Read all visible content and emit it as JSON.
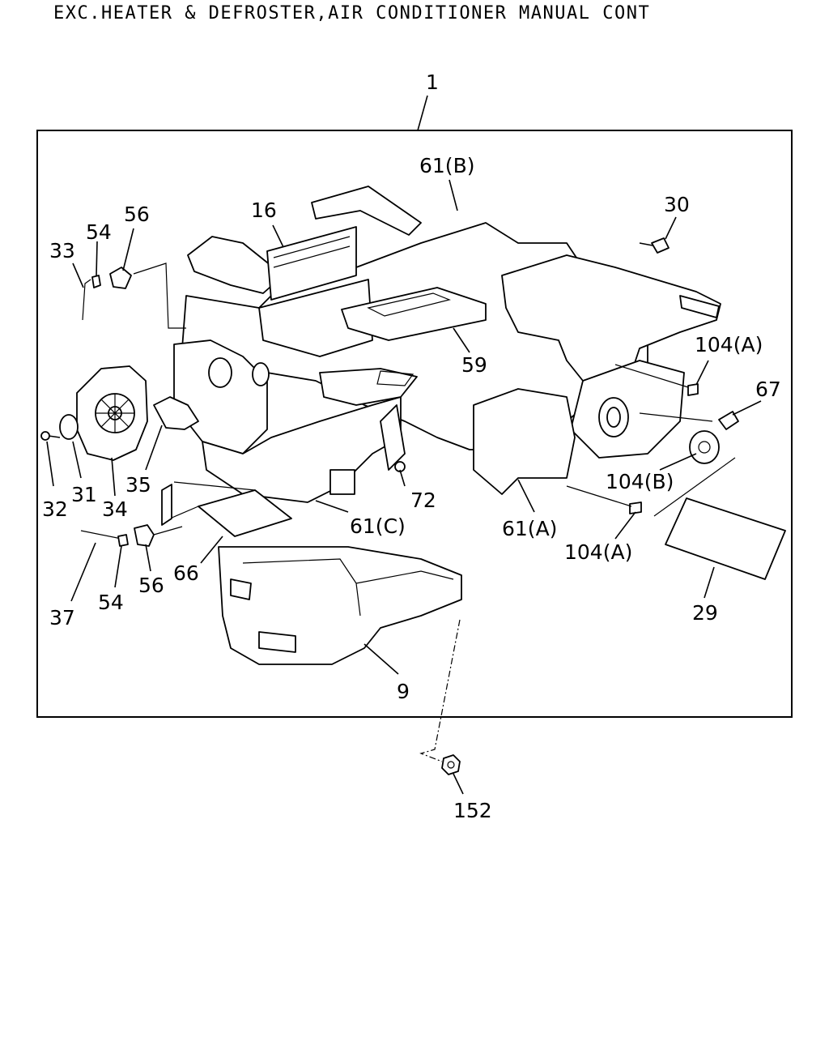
{
  "title": "EXC.HEATER & DEFROSTER,AIR CONDITIONER MANUAL CONT",
  "labels": {
    "l1": "1",
    "l61b": "61(B)",
    "l16": "16",
    "l30": "30",
    "l56a": "56",
    "l54a": "54",
    "l33": "33",
    "l104a1": "104(A)",
    "l67": "67",
    "l59": "59",
    "l104b": "104(B)",
    "l35": "35",
    "l72": "72",
    "l32": "32",
    "l31": "31",
    "l34": "34",
    "l61c": "61(C)",
    "l61a": "61(A)",
    "l104a2": "104(A)",
    "l56b": "56",
    "l66": "66",
    "l54b": "54",
    "l37": "37",
    "l29": "29",
    "l9": "9",
    "l152": "152"
  }
}
